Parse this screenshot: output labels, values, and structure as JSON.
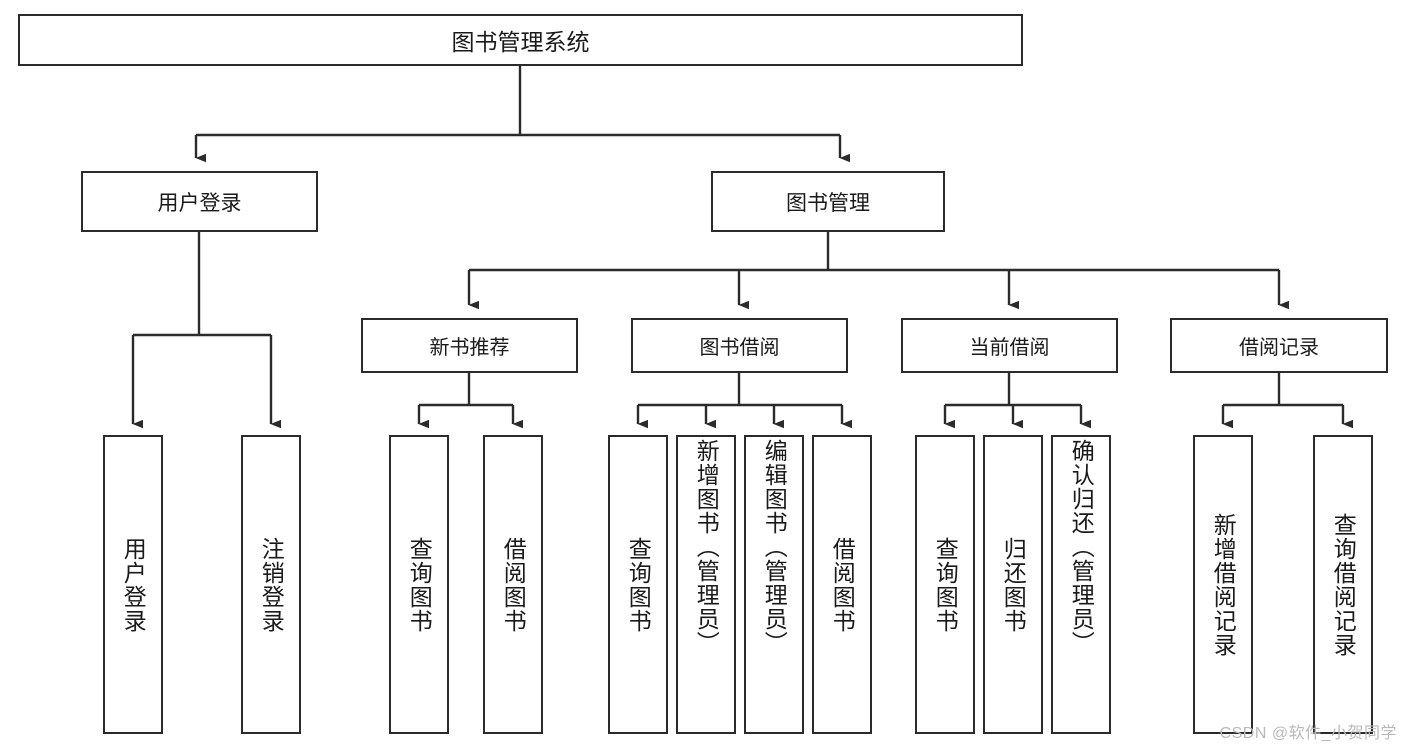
{
  "diagram": {
    "title": "图书管理系统",
    "type": "功能结构图",
    "root": {
      "label": "图书管理系统"
    },
    "level1": [
      {
        "label": "用户登录"
      },
      {
        "label": "图书管理"
      }
    ],
    "level2": [
      {
        "label": "新书推荐"
      },
      {
        "label": "图书借阅"
      },
      {
        "label": "当前借阅"
      },
      {
        "label": "借阅记录"
      }
    ],
    "leaves": {
      "user_login": [
        {
          "label": "用户登录"
        },
        {
          "label": "注销登录"
        }
      ],
      "new_book_recommend": [
        {
          "label": "查询图书"
        },
        {
          "label": "借阅图书"
        }
      ],
      "book_borrow": [
        {
          "label": "查询图书"
        },
        {
          "label": "新增图书（管理员）"
        },
        {
          "label": "编辑图书（管理员）"
        },
        {
          "label": "借阅图书"
        }
      ],
      "current_borrow": [
        {
          "label": "查询图书"
        },
        {
          "label": "归还图书"
        },
        {
          "label": "确认归还（管理员）"
        }
      ],
      "borrow_record": [
        {
          "label": "新增借阅记录"
        },
        {
          "label": "查询借阅记录"
        }
      ]
    }
  },
  "watermark": {
    "text": "CSDN @软件_小贺同学"
  },
  "colors": {
    "stroke": "#2b2b2b",
    "box_fill": "#ffffff",
    "text": "#1a1a1a",
    "watermark": "#b9b9b9"
  }
}
